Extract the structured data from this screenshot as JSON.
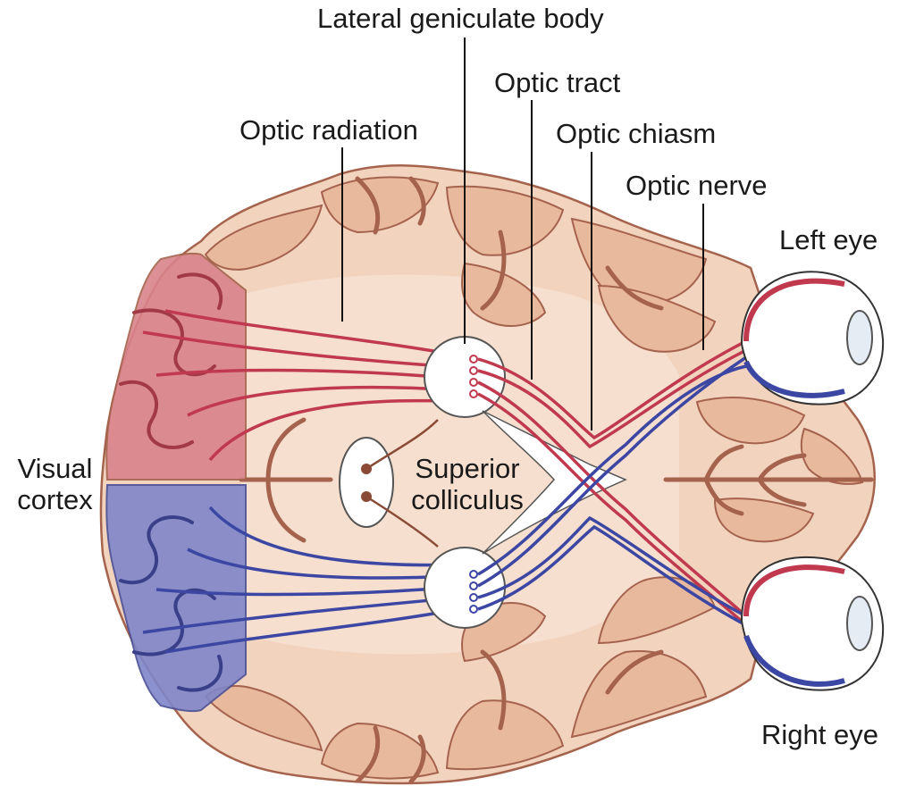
{
  "labels": {
    "lateral_geniculate_body": "Lateral geniculate body",
    "optic_tract": "Optic tract",
    "optic_radiation": "Optic radiation",
    "optic_chiasm": "Optic chiasm",
    "optic_nerve": "Optic nerve",
    "left_eye": "Left eye",
    "right_eye": "Right eye",
    "visual_cortex_line1": "Visual",
    "visual_cortex_line2": "cortex",
    "superior_colliculus_line1": "Superior",
    "superior_colliculus_line2": "colliculus"
  },
  "colors": {
    "brain_fill": "#f2d3be",
    "brain_light": "#f6e0d0",
    "brain_gyri": "#e9b99e",
    "brain_sulci": "#a5634e",
    "left_pathway": "#c0394f",
    "right_pathway": "#3c46a3",
    "left_cortex": "#d9838a",
    "right_cortex": "#7f86c9",
    "nucleus_fill": "#ffffff",
    "leader_line": "#111111"
  }
}
